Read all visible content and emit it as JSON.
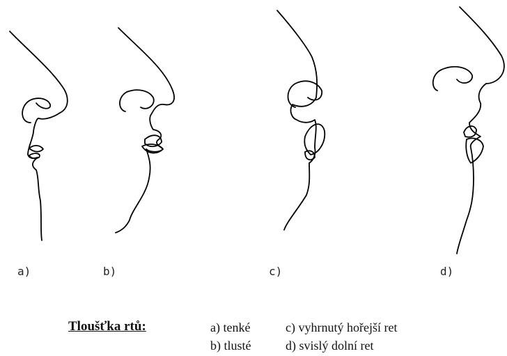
{
  "profiles": [
    {
      "label": "a)"
    },
    {
      "label": "b)"
    },
    {
      "label": "c)"
    },
    {
      "label": "d)"
    }
  ],
  "legend": {
    "title": "Tloušťka rtů:",
    "items": [
      {
        "text": "a) tenké"
      },
      {
        "text": "b) tlusté"
      },
      {
        "text": "c) vyhrnutý hořejší ret"
      },
      {
        "text": "d) svislý dolní ret"
      }
    ]
  }
}
